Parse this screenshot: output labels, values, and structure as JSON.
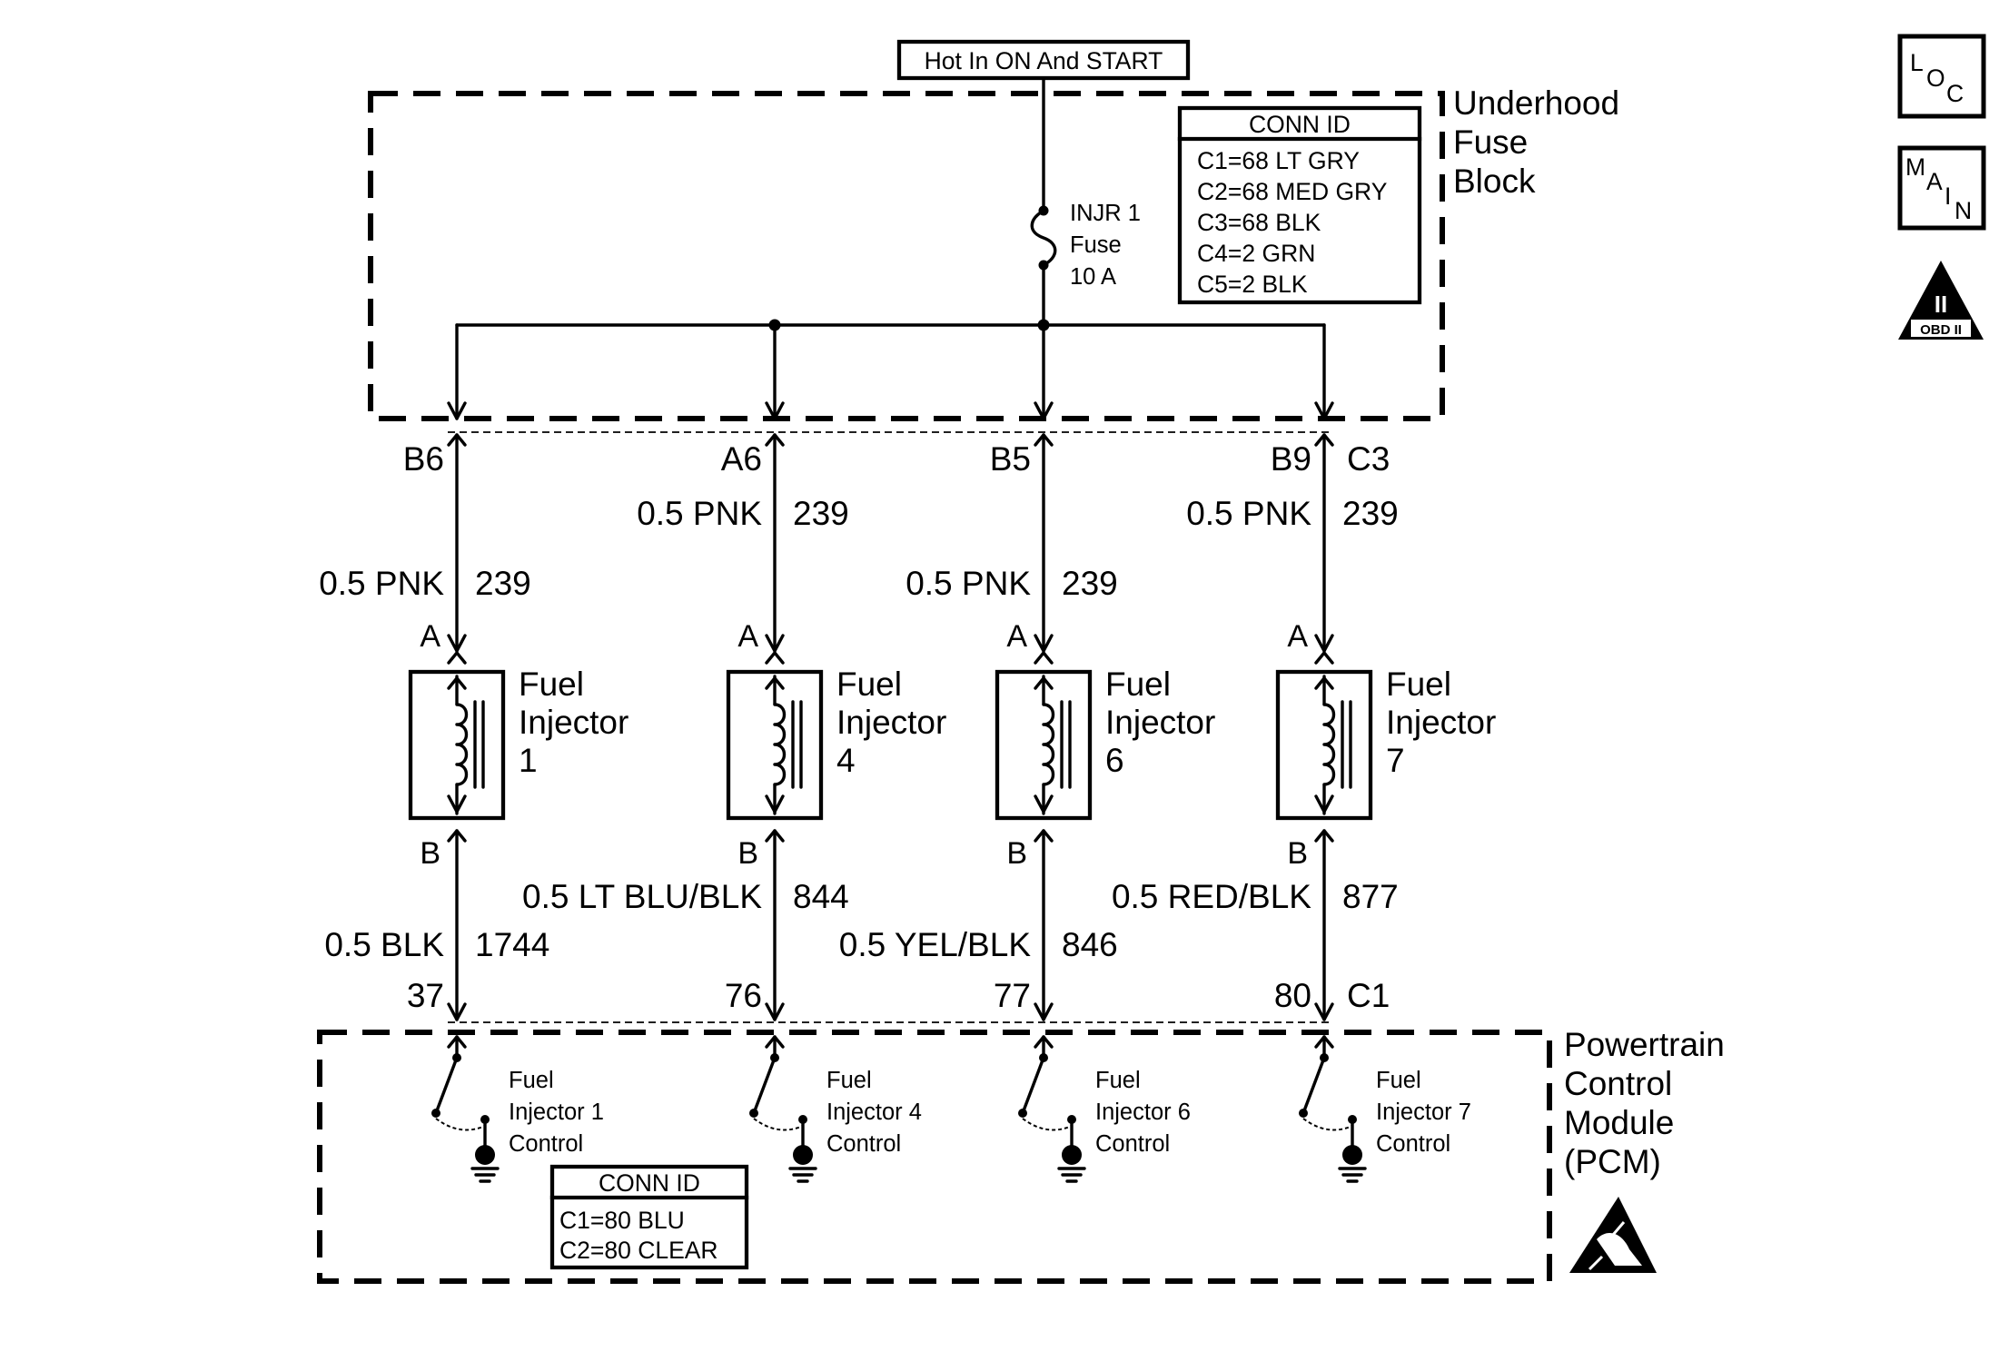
{
  "power_label": "Hot In ON And START",
  "fuse_block": {
    "name_lines": [
      "Underhood",
      "Fuse",
      "Block"
    ],
    "fuse_lines": [
      "INJR 1",
      "Fuse",
      "10 A"
    ],
    "conn_id": {
      "title": "CONN ID",
      "lines": [
        "C1=68 LT GRY",
        "C2=68 MED GRY",
        "C3=68 BLK",
        "C4=2 GRN",
        "C5=2 BLK"
      ]
    },
    "connector_c3": "C3"
  },
  "circuits": [
    {
      "pin_top": "B6",
      "wire_top": "0.5 PNK",
      "circuit_top": "239",
      "conn_a": "A",
      "injector_lines": [
        "Fuel",
        "Injector",
        "1"
      ],
      "conn_b": "B",
      "wire_bottom": "0.5 BLK",
      "circuit_bottom": "1744",
      "pin_bottom": "37",
      "control_lines": [
        "Fuel",
        "Injector 1",
        "Control"
      ]
    },
    {
      "pin_top": "A6",
      "wire_top": "0.5 PNK",
      "circuit_top": "239",
      "conn_a": "A",
      "injector_lines": [
        "Fuel",
        "Injector",
        "4"
      ],
      "conn_b": "B",
      "wire_bottom": "0.5 LT BLU/BLK",
      "circuit_bottom": "844",
      "pin_bottom": "76",
      "control_lines": [
        "Fuel",
        "Injector 4",
        "Control"
      ]
    },
    {
      "pin_top": "B5",
      "wire_top": "0.5 PNK",
      "circuit_top": "239",
      "conn_a": "A",
      "injector_lines": [
        "Fuel",
        "Injector",
        "6"
      ],
      "conn_b": "B",
      "wire_bottom": "0.5 YEL/BLK",
      "circuit_bottom": "846",
      "pin_bottom": "77",
      "control_lines": [
        "Fuel",
        "Injector 6",
        "Control"
      ]
    },
    {
      "pin_top": "B9",
      "wire_top": "0.5 PNK",
      "circuit_top": "239",
      "conn_a": "A",
      "injector_lines": [
        "Fuel",
        "Injector",
        "7"
      ],
      "conn_b": "B",
      "wire_bottom": "0.5 RED/BLK",
      "circuit_bottom": "877",
      "pin_bottom": "80",
      "control_lines": [
        "Fuel",
        "Injector 7",
        "Control"
      ]
    }
  ],
  "pcm": {
    "name_lines": [
      "Powertrain",
      "Control",
      "Module",
      "(PCM)"
    ],
    "connector_c1": "C1",
    "conn_id": {
      "title": "CONN ID",
      "lines": [
        "C1=80 BLU",
        "C2=80 CLEAR"
      ]
    }
  },
  "side_icons": {
    "loc": {
      "letters": [
        "L",
        "O",
        "C"
      ],
      "icon": "loc-icon"
    },
    "main": {
      "letters": [
        "M",
        "A",
        "I",
        "N"
      ],
      "icon": "main-icon"
    },
    "obd": {
      "numeral": "II",
      "label": "OBD II",
      "icon": "obd-ii-icon"
    }
  },
  "esd_icon": "esd-warning-icon"
}
